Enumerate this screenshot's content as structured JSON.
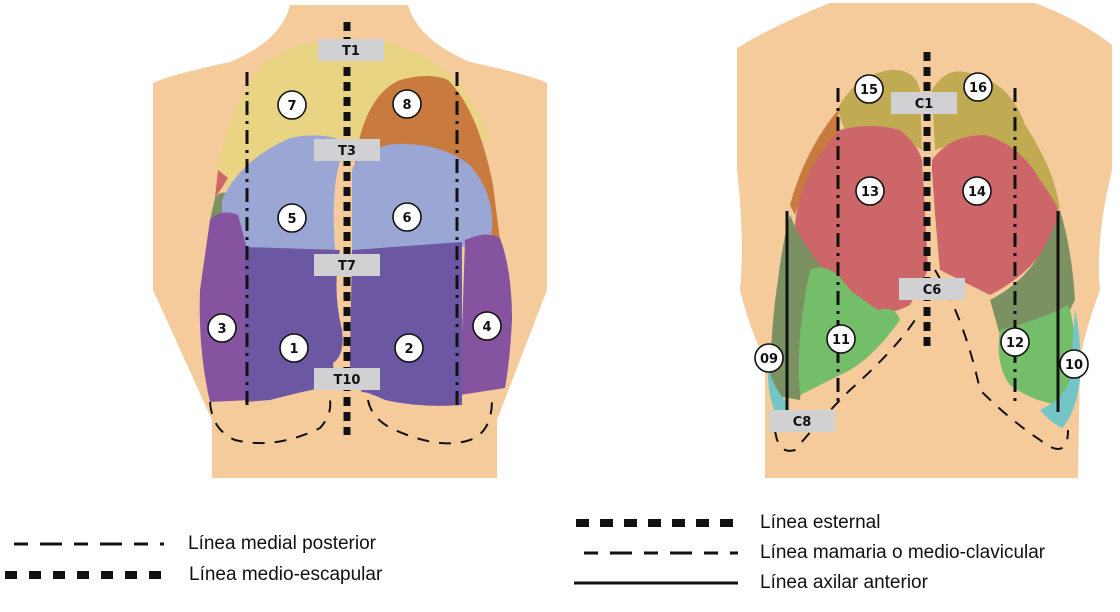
{
  "colors": {
    "skin": "#f5cb9c",
    "yellow": "#e8d482",
    "orange": "#c97b3f",
    "periwinkle": "#9aa6d3",
    "dark_purple": "#6c57a2",
    "purple": "#8653a0",
    "red": "#cd6668",
    "olive": "#c0aa52",
    "dark_green": "#7b9162",
    "green": "#74bd69",
    "teal": "#74c5c6",
    "label_box": "#d1d1d3"
  },
  "posterior": {
    "vertebra_labels": [
      "T1",
      "T3",
      "T7",
      "T10"
    ],
    "zones": [
      "1",
      "2",
      "3",
      "4",
      "5",
      "6",
      "7",
      "8"
    ]
  },
  "anterior": {
    "vertebra_labels": [
      "C1",
      "C6",
      "C8"
    ],
    "zones": [
      "09",
      "10",
      "11",
      "12",
      "13",
      "14",
      "15",
      "16"
    ]
  },
  "legend_left": [
    {
      "style": "dash-dot",
      "label": "Línea medial posterior"
    },
    {
      "style": "thick-dotted",
      "label": "Línea medio-escapular"
    }
  ],
  "legend_right": [
    {
      "style": "thick-dotted",
      "label": "Línea esternal"
    },
    {
      "style": "dash-dot",
      "label": "Línea mamaria o medio-clavicular"
    },
    {
      "style": "solid",
      "label": "Línea axilar anterior"
    }
  ]
}
